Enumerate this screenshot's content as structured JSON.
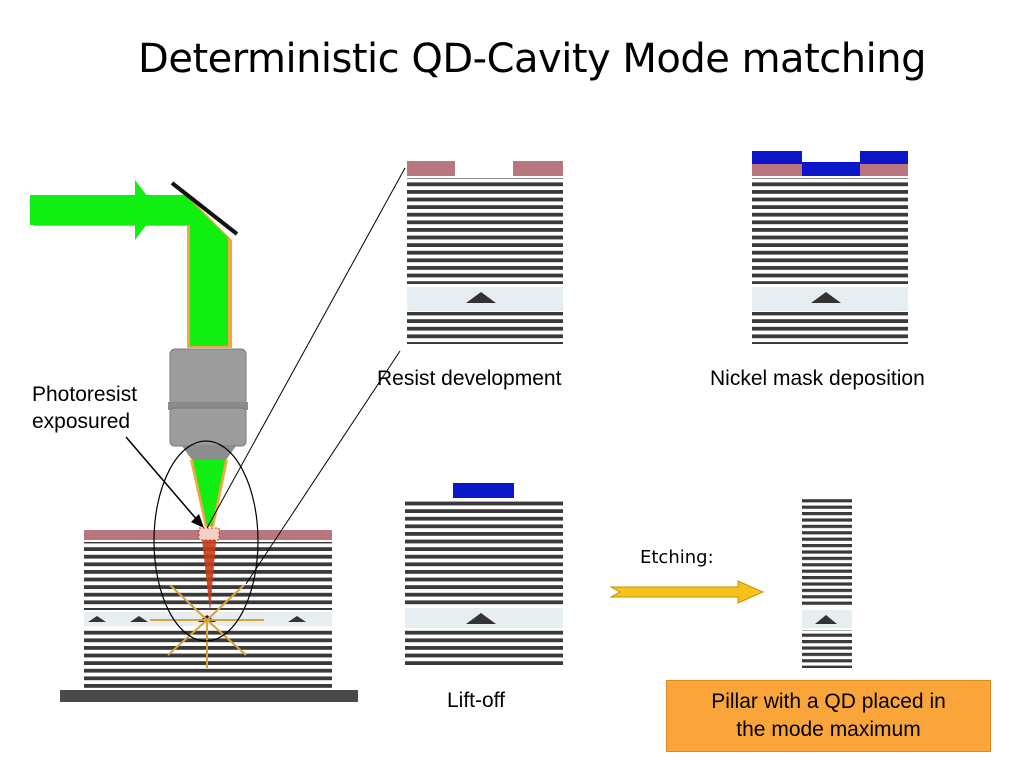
{
  "title": "Deterministic QD-Cavity Mode matching",
  "labels": {
    "photoresist": [
      "Photoresist",
      "exposured"
    ],
    "resist_development": "Resist development",
    "nickel_mask": "Nickel mask deposition",
    "lift_off": "Lift-off",
    "etching": "Etching:",
    "pillar": [
      "Pillar with a QD placed in",
      "the mode maximum"
    ]
  },
  "colors": {
    "laser": "#11ee11",
    "resist": "#b8777f",
    "nickel": "#0b17c8",
    "dbr_dark": "#3a3a3a",
    "spacer": "#e6eef2",
    "objective": "#9c9c9c",
    "note_bg": "#f9a53a",
    "arrow": "#f5c21b"
  }
}
